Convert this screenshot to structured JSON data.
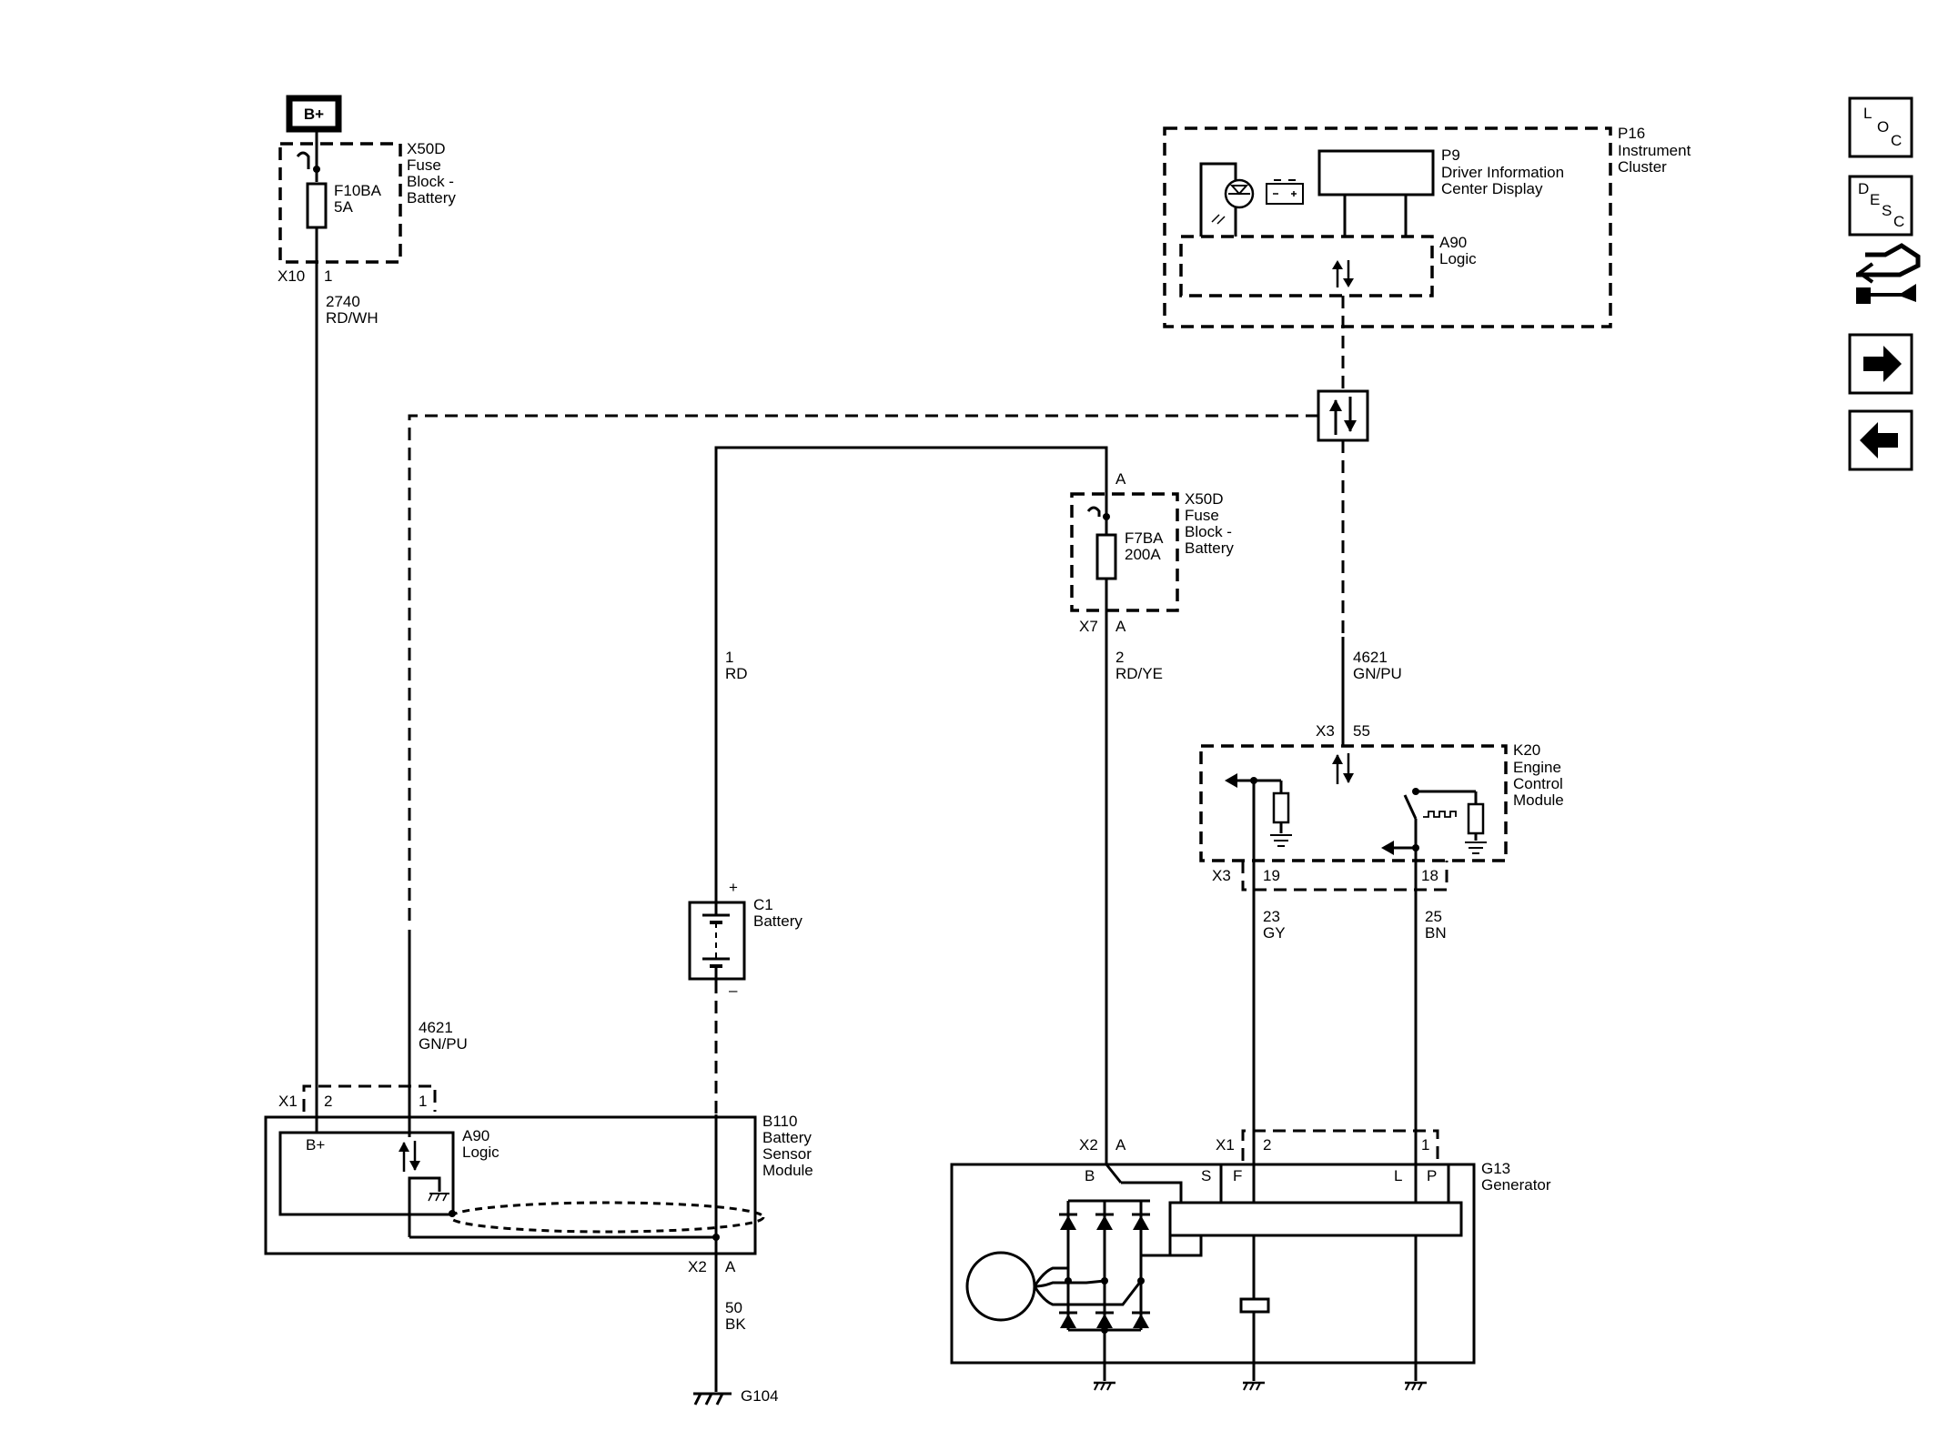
{
  "power": {
    "bplus": "B+"
  },
  "fuse1": {
    "block": [
      "X50D",
      "Fuse",
      "Block -",
      "Battery"
    ],
    "name": "F10BA",
    "rating": "5A",
    "connector": "X10",
    "pin": "1"
  },
  "wire2740": {
    "circuit": "2740",
    "color": "RD/WH"
  },
  "p16": {
    "id": "P16",
    "name": [
      "Instrument",
      "Cluster"
    ]
  },
  "p9": {
    "id": "P9",
    "name": [
      "Driver Information",
      "Center Display"
    ]
  },
  "p16_a90": {
    "id": "A90",
    "name": "Logic"
  },
  "fuse2": {
    "terminal_in": "A",
    "block": [
      "X50D",
      "Fuse",
      "Block -",
      "Battery"
    ],
    "name": "F7BA",
    "rating": "200A",
    "connector": "X7",
    "pin": "A"
  },
  "wire1": {
    "circuit": "1",
    "color": "RD"
  },
  "wire2": {
    "circuit": "2",
    "color": "RD/YE"
  },
  "wire4621_top": {
    "circuit": "4621",
    "color": "GN/PU"
  },
  "k20": {
    "id": "K20",
    "name": [
      "Engine",
      "Control",
      "Module"
    ],
    "conn_top": "X3",
    "pin_top": "55",
    "conn_bottom": "X3",
    "pin_19": "19",
    "pin_18": "18"
  },
  "wire23": {
    "circuit": "23",
    "color": "GY"
  },
  "wire25": {
    "circuit": "25",
    "color": "BN"
  },
  "c1": {
    "id": "C1",
    "name": "Battery",
    "plus": "+",
    "minus": "–"
  },
  "wire4621_left": {
    "circuit": "4621",
    "color": "GN/PU"
  },
  "b110": {
    "id": "B110",
    "name": [
      "Battery",
      "Sensor",
      "Module"
    ],
    "conn_top": "X1",
    "pin2": "2",
    "pin1": "1",
    "a90_id": "A90",
    "a90_name": "Logic",
    "bplus": "B+",
    "conn_bottom": "X2",
    "pin_a": "A"
  },
  "wire50": {
    "circuit": "50",
    "color": "BK"
  },
  "ground": {
    "id": "G104"
  },
  "g13": {
    "id": "G13",
    "name": "Generator",
    "conn_a": "X2",
    "pin_a": "A",
    "conn_b": "X1",
    "pin2": "2",
    "pin1": "1",
    "term_b": "B",
    "term_s": "S",
    "term_f": "F",
    "term_l": "L",
    "term_p": "P"
  },
  "nav": {
    "loc": [
      "L",
      "O",
      "C"
    ],
    "desc": [
      "D",
      "E",
      "S",
      "C"
    ]
  }
}
